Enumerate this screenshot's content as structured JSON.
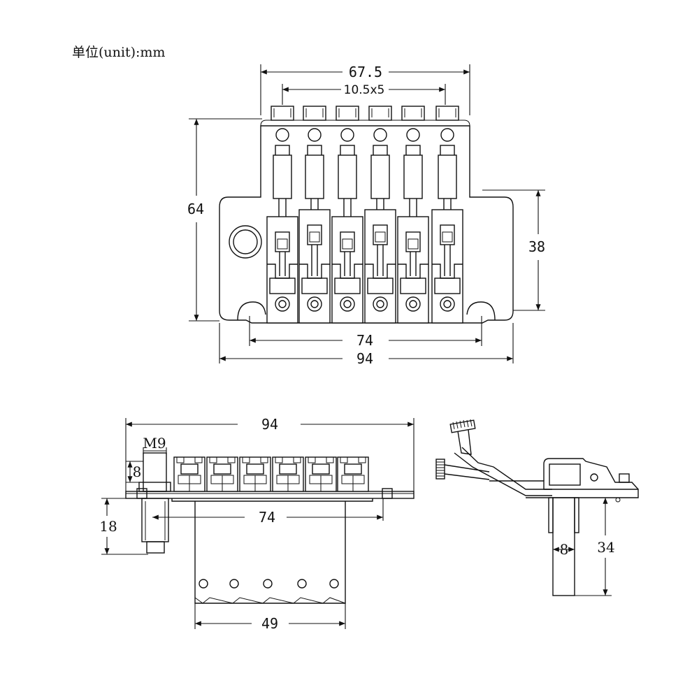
{
  "unit_label": "单位(unit):mm",
  "front_view": {
    "dim_top_width": "67.5",
    "dim_saddle_spacing": "10.5x5",
    "dim_height": "64",
    "dim_base_height": "38",
    "dim_inner_width": "74",
    "dim_total_width": "94"
  },
  "top_view": {
    "dim_total_width": "94",
    "dim_post_thread": "M9",
    "dim_post_head": "8",
    "dim_post_length": "18",
    "dim_inner_width": "74",
    "dim_block_width": "49"
  },
  "side_view": {
    "dim_block_thickness": "8",
    "dim_block_depth": "34"
  },
  "colors": {
    "line": "#111111",
    "background": "#ffffff"
  }
}
